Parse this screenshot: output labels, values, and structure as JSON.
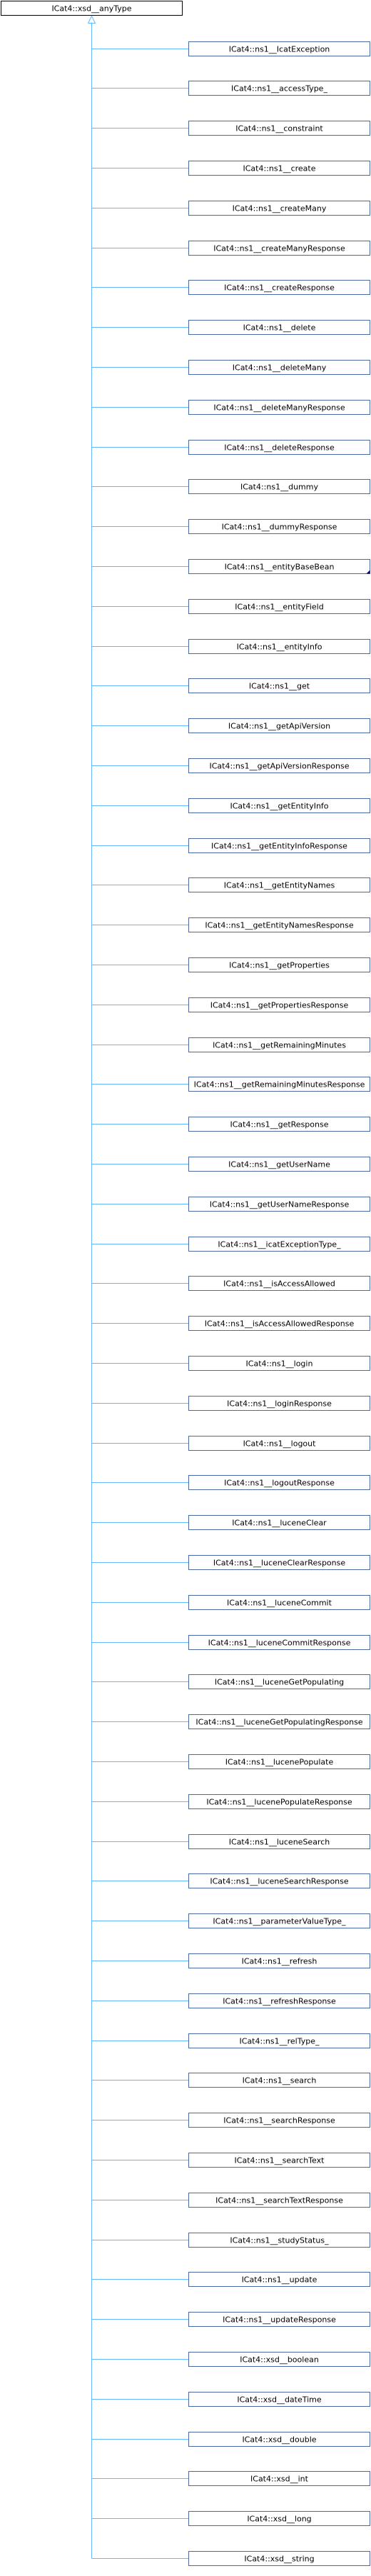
{
  "root": {
    "label": "ICat4::xsd__anyType"
  },
  "children": [
    {
      "label": "ICat4::ns1__IcatException"
    },
    {
      "label": "ICat4::ns1__accessType_"
    },
    {
      "label": "ICat4::ns1__constraint"
    },
    {
      "label": "ICat4::ns1__create"
    },
    {
      "label": "ICat4::ns1__createMany"
    },
    {
      "label": "ICat4::ns1__createManyResponse"
    },
    {
      "label": "ICat4::ns1__createResponse"
    },
    {
      "label": "ICat4::ns1__delete"
    },
    {
      "label": "ICat4::ns1__deleteMany"
    },
    {
      "label": "ICat4::ns1__deleteManyResponse"
    },
    {
      "label": "ICat4::ns1__deleteResponse"
    },
    {
      "label": "ICat4::ns1__dummy"
    },
    {
      "label": "ICat4::ns1__dummyResponse"
    },
    {
      "label": "ICat4::ns1__entityBaseBean",
      "has_more": true
    },
    {
      "label": "ICat4::ns1__entityField"
    },
    {
      "label": "ICat4::ns1__entityInfo"
    },
    {
      "label": "ICat4::ns1__get"
    },
    {
      "label": "ICat4::ns1__getApiVersion"
    },
    {
      "label": "ICat4::ns1__getApiVersionResponse"
    },
    {
      "label": "ICat4::ns1__getEntityInfo"
    },
    {
      "label": "ICat4::ns1__getEntityInfoResponse"
    },
    {
      "label": "ICat4::ns1__getEntityNames"
    },
    {
      "label": "ICat4::ns1__getEntityNamesResponse"
    },
    {
      "label": "ICat4::ns1__getProperties"
    },
    {
      "label": "ICat4::ns1__getPropertiesResponse"
    },
    {
      "label": "ICat4::ns1__getRemainingMinutes"
    },
    {
      "label": "ICat4::ns1__getRemainingMinutesResponse"
    },
    {
      "label": "ICat4::ns1__getResponse"
    },
    {
      "label": "ICat4::ns1__getUserName"
    },
    {
      "label": "ICat4::ns1__getUserNameResponse"
    },
    {
      "label": "ICat4::ns1__icatExceptionType_"
    },
    {
      "label": "ICat4::ns1__isAccessAllowed"
    },
    {
      "label": "ICat4::ns1__isAccessAllowedResponse"
    },
    {
      "label": "ICat4::ns1__login"
    },
    {
      "label": "ICat4::ns1__loginResponse"
    },
    {
      "label": "ICat4::ns1__logout"
    },
    {
      "label": "ICat4::ns1__logoutResponse"
    },
    {
      "label": "ICat4::ns1__luceneClear"
    },
    {
      "label": "ICat4::ns1__luceneClearResponse"
    },
    {
      "label": "ICat4::ns1__luceneCommit"
    },
    {
      "label": "ICat4::ns1__luceneCommitResponse"
    },
    {
      "label": "ICat4::ns1__luceneGetPopulating"
    },
    {
      "label": "ICat4::ns1__luceneGetPopulatingResponse"
    },
    {
      "label": "ICat4::ns1__lucenePopulate"
    },
    {
      "label": "ICat4::ns1__lucenePopulateResponse"
    },
    {
      "label": "ICat4::ns1__luceneSearch"
    },
    {
      "label": "ICat4::ns1__luceneSearchResponse"
    },
    {
      "label": "ICat4::ns1__parameterValueType_"
    },
    {
      "label": "ICat4::ns1__refresh"
    },
    {
      "label": "ICat4::ns1__refreshResponse"
    },
    {
      "label": "ICat4::ns1__relType_"
    },
    {
      "label": "ICat4::ns1__search"
    },
    {
      "label": "ICat4::ns1__searchResponse"
    },
    {
      "label": "ICat4::ns1__searchText"
    },
    {
      "label": "ICat4::ns1__searchTextResponse"
    },
    {
      "label": "ICat4::ns1__studyStatus_"
    },
    {
      "label": "ICat4::ns1__update"
    },
    {
      "label": "ICat4::ns1__updateResponse"
    },
    {
      "label": "ICat4::xsd__boolean"
    },
    {
      "label": "ICat4::xsd__dateTime"
    },
    {
      "label": "ICat4::xsd__double"
    },
    {
      "label": "ICat4::xsd__int"
    },
    {
      "label": "ICat4::xsd__long"
    },
    {
      "label": "ICat4::xsd__string"
    }
  ],
  "colors": {
    "edge": "#63b8ff",
    "node_border": "#4a6aa5",
    "root_border": "#000000",
    "text": "#000000",
    "background": "#ffffff"
  }
}
